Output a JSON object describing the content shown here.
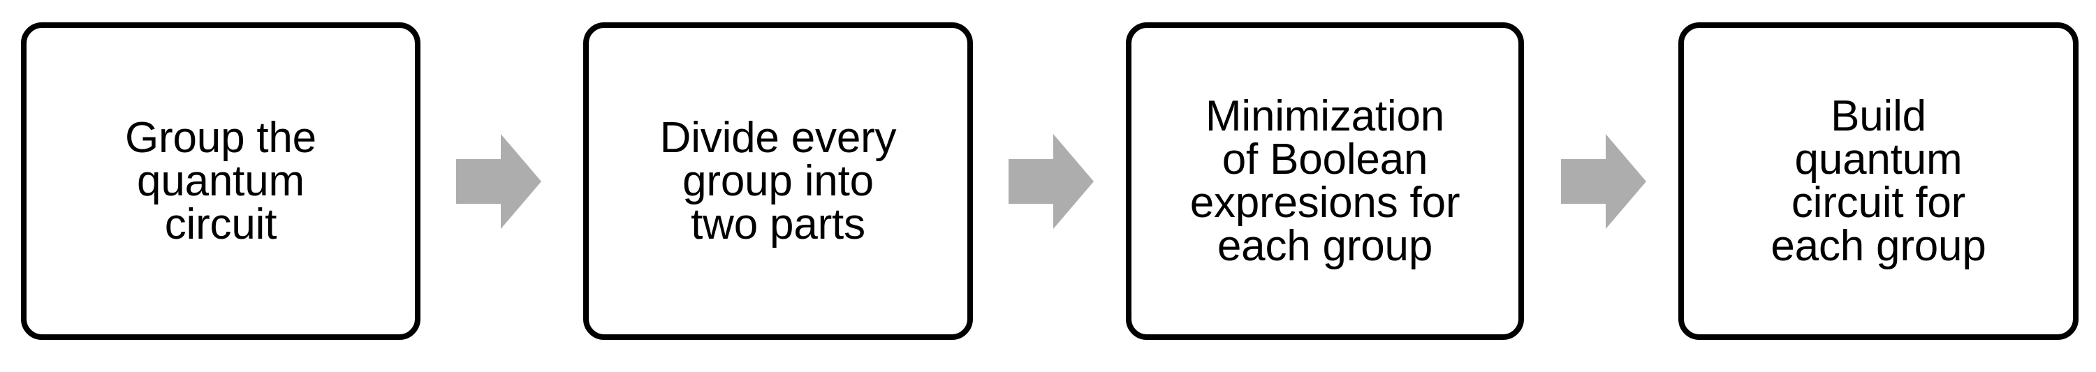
{
  "diagram": {
    "type": "horizontal-process-flow",
    "background_color": "#ffffff",
    "box_border_color": "#000000",
    "box_fill_color": "#ffffff",
    "text_color": "#000000",
    "arrow_color": "#adadad",
    "steps": [
      {
        "id": "step-1",
        "order": 1,
        "label": "Group the\nquantum\ncircuit"
      },
      {
        "id": "step-2",
        "order": 2,
        "label": "Divide every\ngroup into\ntwo parts"
      },
      {
        "id": "step-3",
        "order": 3,
        "label": "Minimization\nof Boolean\nexpresions for\neach group"
      },
      {
        "id": "step-4",
        "order": 4,
        "label": "Build\nquantum\ncircuit for\neach group"
      }
    ],
    "connectors": [
      {
        "id": "arrow-1",
        "icon": "arrow-right-icon",
        "from": "step-1",
        "to": "step-2"
      },
      {
        "id": "arrow-2",
        "icon": "arrow-right-icon",
        "from": "step-2",
        "to": "step-3"
      },
      {
        "id": "arrow-3",
        "icon": "arrow-right-icon",
        "from": "step-3",
        "to": "step-4"
      }
    ]
  }
}
